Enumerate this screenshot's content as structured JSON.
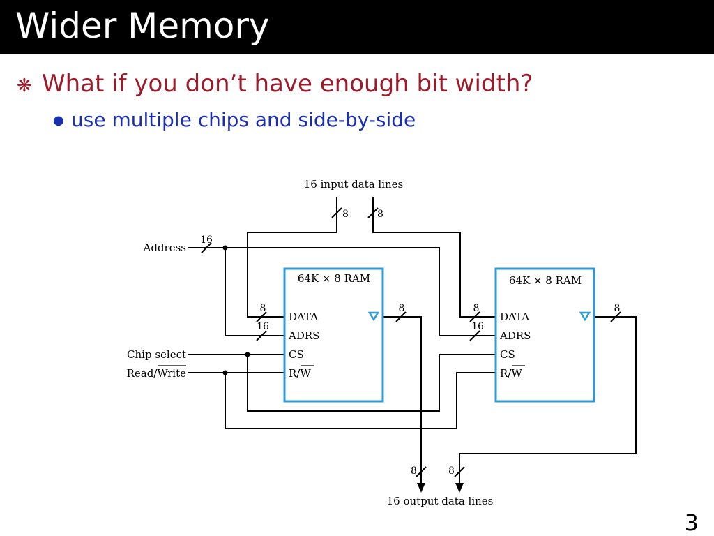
{
  "slide": {
    "title": "Wider Memory",
    "bullet1": {
      "marker": "❋",
      "text": "What if you don’t have enough bit width?"
    },
    "bullet2": {
      "marker": "●",
      "text": "use multiple chips and side-by-side"
    },
    "page_number": "3"
  },
  "diagram": {
    "top_label": "16 input data lines",
    "bottom_label": "16 output data lines",
    "inputs": {
      "address": "Address",
      "address_width": "16",
      "chip_select": "Chip select",
      "read_write": "Read/Write",
      "read_write_prefix": "Read/",
      "read_write_overbar": "Write"
    },
    "bus_widths": {
      "in_left": "8",
      "in_right": "8",
      "out_left": "8",
      "out_right": "8"
    },
    "chips": [
      {
        "title": "64K × 8 RAM",
        "ports": {
          "data": "DATA",
          "adrs": "ADRS",
          "cs": "CS",
          "rw_prefix": "R/",
          "rw_overbar": "W"
        },
        "data_width": "8",
        "adrs_width": "16",
        "out_width": "8"
      },
      {
        "title": "64K × 8 RAM",
        "ports": {
          "data": "DATA",
          "adrs": "ADRS",
          "cs": "CS",
          "rw_prefix": "R/",
          "rw_overbar": "W"
        },
        "data_width": "8",
        "adrs_width": "16",
        "out_width": "8"
      }
    ],
    "colors": {
      "chip_border": "#2e9ad8",
      "wire": "#000000",
      "title_red": "#9b1b2a",
      "subtitle_blue": "#1a2fb0"
    }
  }
}
